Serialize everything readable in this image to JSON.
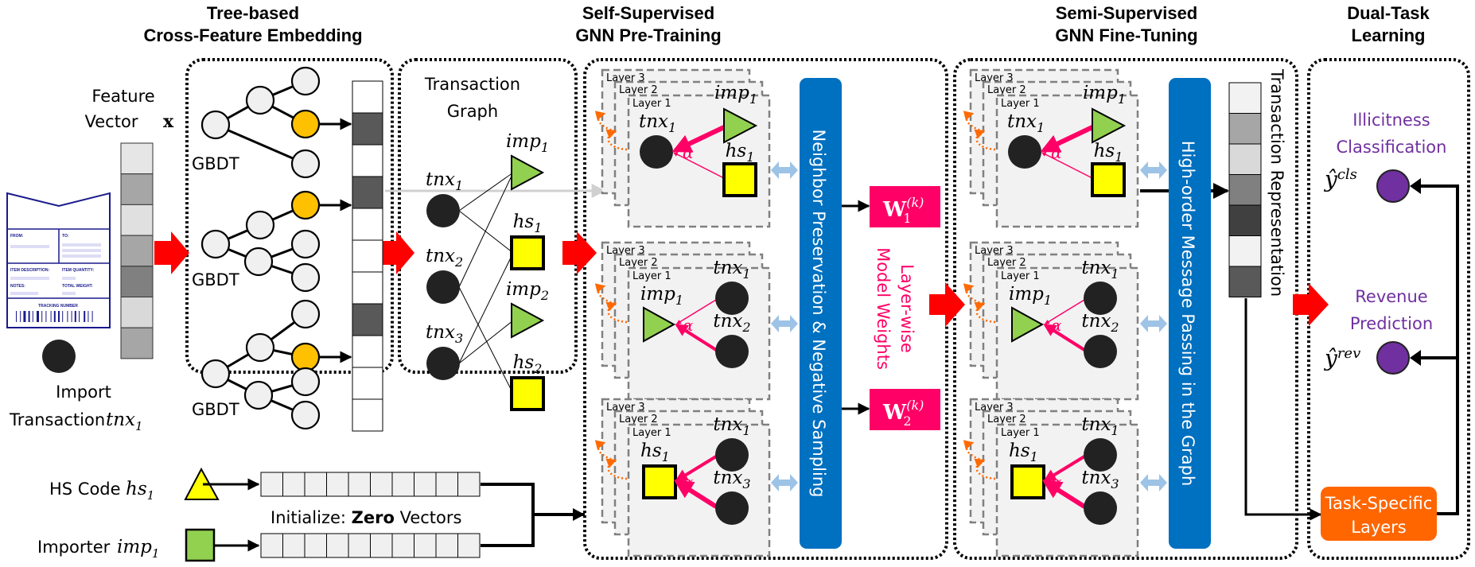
{
  "sections": {
    "tree_embedding": {
      "title_line1": "Tree-based",
      "title_line2": "Cross-Feature Embedding",
      "gbdt_label": "GBDT"
    },
    "pretraining": {
      "title_line1": "Self-Supervised",
      "title_line2": "GNN Pre-Training",
      "bar_label": "Neighbor Preservation & Negative Sampling"
    },
    "finetuning": {
      "title_line1": "Semi-Supervised",
      "title_line2": "GNN Fine-Tuning",
      "bar_label": "High-order Message Passing in the Graph",
      "representation_label": "Transaction Representation"
    },
    "dual_task": {
      "title_line1": "Dual-Task",
      "title_line2": "Learning",
      "task1": {
        "line1": "Illicitness",
        "line2": "Classification",
        "symbol": "ŷ",
        "sup": "cls"
      },
      "task2": {
        "line1": "Revenue",
        "line2": "Prediction",
        "symbol": "ŷ",
        "sup": "rev"
      },
      "layers_line1": "Task-Specific",
      "layers_line2": "Layers"
    }
  },
  "inputs": {
    "feature_vector_line1": "Feature",
    "feature_vector_line2": "Vector",
    "feature_vector_symbol": "x",
    "import_line1": "Import",
    "import_line2": "Transaction",
    "import_symbol": "tnx",
    "import_sub": "1",
    "hs_label": "HS Code",
    "hs_symbol": "hs",
    "hs_sub": "1",
    "importer_label": "Importer",
    "importer_symbol": "imp",
    "importer_sub": "1",
    "init_prefix": "Initialize: ",
    "init_bold": "Zero",
    "init_suffix": " Vectors"
  },
  "label_doc": {
    "from": "FROM:",
    "to": "TO:",
    "item_desc": "ITEM DESCRIPTION:",
    "item_qty": "ITEM QUANTITY:",
    "notes": "NOTES:",
    "weight": "TOTAL WEIGHT:",
    "tracking": "TRACKING NUMBER"
  },
  "transaction_graph": {
    "title_line1": "Transaction",
    "title_line2": "Graph",
    "left_nodes": [
      {
        "name": "tnx",
        "sub": "1"
      },
      {
        "name": "tnx",
        "sub": "2"
      },
      {
        "name": "tnx",
        "sub": "3"
      }
    ],
    "right_nodes": [
      {
        "name": "imp",
        "sub": "1",
        "shape": "triangle"
      },
      {
        "name": "hs",
        "sub": "1",
        "shape": "square"
      },
      {
        "name": "imp",
        "sub": "2",
        "shape": "triangle"
      },
      {
        "name": "hs",
        "sub": "2",
        "shape": "square"
      }
    ]
  },
  "layer_labels": [
    "Layer 3",
    "Layer 2",
    "Layer 1"
  ],
  "attention_symbol": "α",
  "gnn_stacks": [
    {
      "target": {
        "name": "tnx",
        "sub": "1"
      },
      "neighbors": [
        {
          "name": "imp",
          "sub": "1"
        },
        {
          "name": "hs",
          "sub": "1"
        }
      ]
    },
    {
      "target": {
        "name": "imp",
        "sub": "1"
      },
      "neighbors": [
        {
          "name": "tnx",
          "sub": "1"
        },
        {
          "name": "tnx",
          "sub": "2"
        }
      ]
    },
    {
      "target": {
        "name": "hs",
        "sub": "1"
      },
      "neighbors": [
        {
          "name": "tnx",
          "sub": "1"
        },
        {
          "name": "tnx",
          "sub": "3"
        }
      ]
    }
  ],
  "weights": {
    "w1_sym": "W",
    "w1_sub": "1",
    "w2_sym": "W",
    "w2_sub": "2",
    "sup": "(k)",
    "caption_line1": "Layer-wise",
    "caption_line2": "Model Weights"
  },
  "colors": {
    "accent_red": "#ff0000",
    "blue_bar": "#0070c0",
    "pink": "#ff0066",
    "orange_leaf": "#ffc000",
    "green": "#92d050",
    "yellow": "#ffff00",
    "purple": "#7030a0",
    "task_orange": "#ff6600",
    "dashed_arrow": "#ff6a00"
  }
}
